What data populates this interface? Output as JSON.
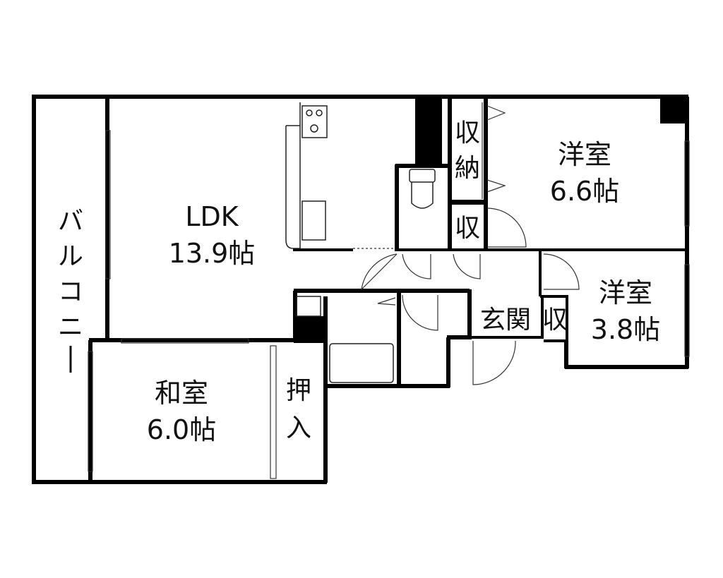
{
  "rooms": {
    "ldk": {
      "name": "LDK",
      "size": "13.9帖"
    },
    "washitsu": {
      "name": "和室",
      "size": "6.0帖"
    },
    "yoshitsu_a": {
      "name": "洋室",
      "size": "6.6帖"
    },
    "yoshitsu_b": {
      "name": "洋室",
      "size": "3.8帖"
    },
    "balcony": [
      "バ",
      "ル",
      "コ",
      "ニ",
      "ー"
    ],
    "oshiire": [
      "押",
      "入"
    ],
    "shuno": [
      "収",
      "納"
    ],
    "shu_small_a": "収",
    "shu_small_b": "収",
    "genkan": "玄関"
  }
}
